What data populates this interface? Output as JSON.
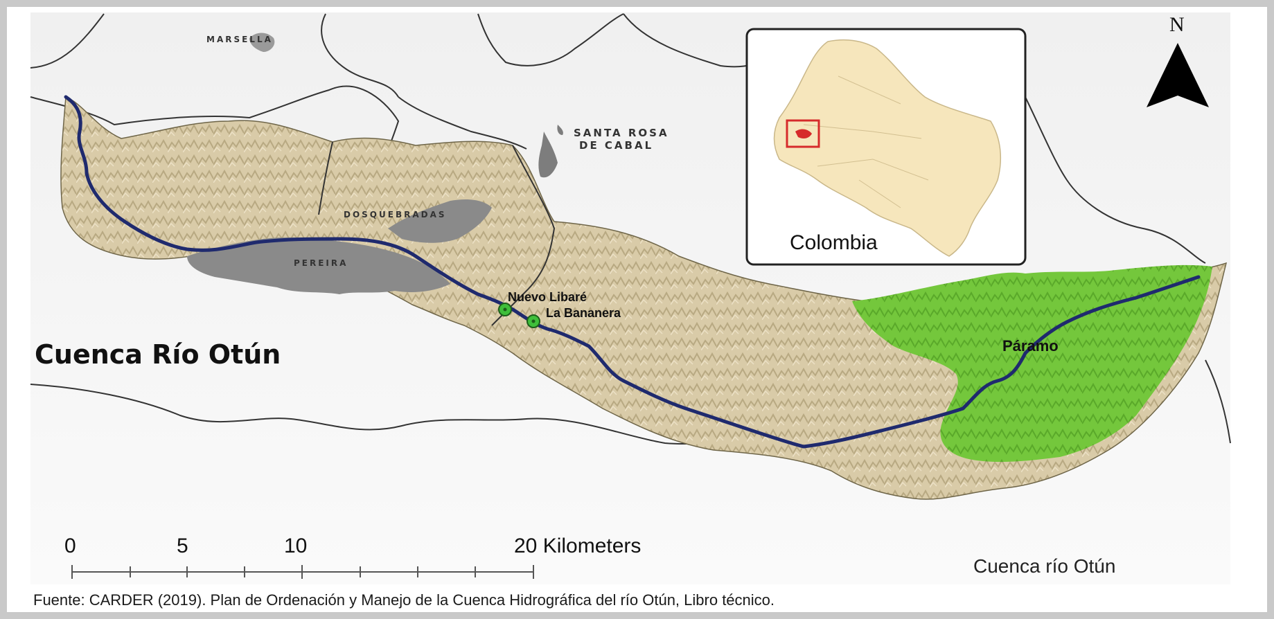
{
  "map": {
    "title": "Cuenca Río Otún",
    "legend_label": "Cuenca río Otún",
    "north_label": "N",
    "inset_label": "Colombia",
    "places": {
      "marsella": "MARSELLA",
      "santa_rosa_line1": "SANTA ROSA",
      "santa_rosa_line2": "DE CABAL",
      "dosquebradas": "DOSQUEBRADAS",
      "pereira": "PEREIRA",
      "nuevo_libare": "Nuevo Libaré",
      "la_bananera": "La Bananera",
      "paramo": "Páramo"
    },
    "scale_bar": {
      "tick_0": "0",
      "tick_5": "5",
      "tick_10": "10",
      "tick_20": "20 Kilometers"
    },
    "caption": "Fuente: CARDER (2019). Plan de Ordenación y Manejo de la Cuenca Hidrográfica del río Otún, Libro técnico.",
    "colors": {
      "basin_relief": "#d8c9a5",
      "paramo_green": "#72c93a",
      "urban_gray": "#8a8a8a",
      "river_blue": "#1f2a6e",
      "inset_colombia": "#f6e6bc",
      "inset_highlight": "#d62b2b"
    },
    "icons": {
      "north_arrow": "north-arrow-icon",
      "station_marker": "map-point-icon"
    }
  }
}
